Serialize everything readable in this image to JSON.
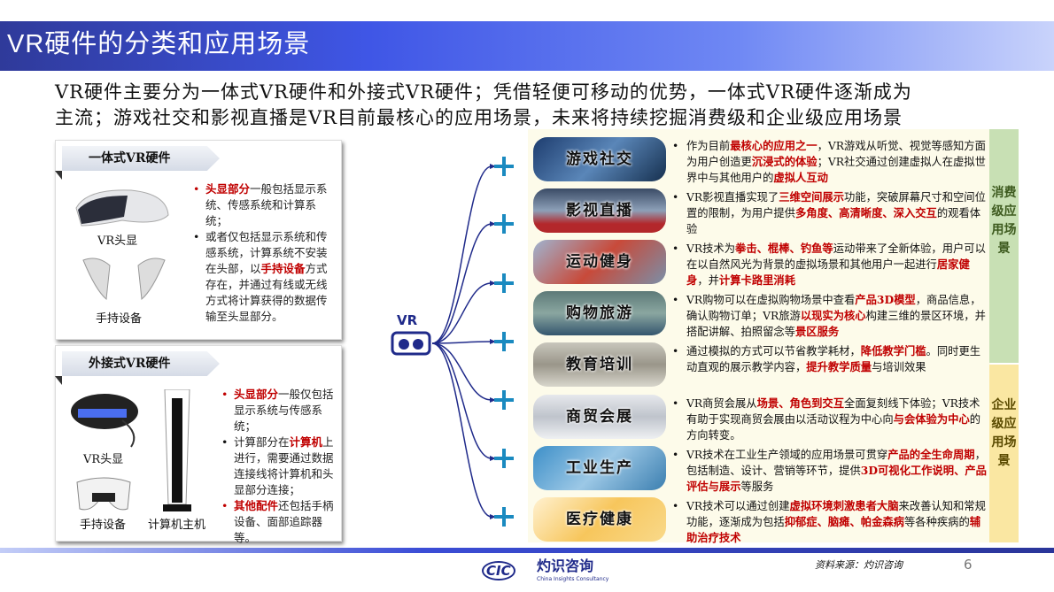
{
  "title": "VR硬件的分类和应用场景",
  "subtitle": [
    "VR硬件主要分为一体式VR硬件和外接式VR硬件；凭借轻便可移动的优势，一体式VR硬件逐渐成为",
    "主流；游戏社交和影视直播是VR目前最核心的应用场景，未来将持续挖掘消费级和企业级应用场景"
  ],
  "colors": {
    "title_bar": "#3f56e6",
    "highlight": "#c00000",
    "consumer": "#c8e0b4",
    "enterprise": "#fae7a2",
    "connector": "#1f2a8a",
    "plus": "#1a8ac0"
  },
  "all_in_one": {
    "heading": "一体式VR硬件",
    "captions": [
      "VR头显",
      "手持设备"
    ],
    "bullets": [
      {
        "red": true,
        "segs": [
          {
            "t": "头显部分",
            "h": 1
          },
          {
            "t": "一般包括显示系统、传感系统和计算系统；",
            "h": 0
          }
        ]
      },
      {
        "red": false,
        "segs": [
          {
            "t": "或者仅包括显示系统和传感系统，计算系统不安装在头部，以",
            "h": 0
          },
          {
            "t": "手持设备",
            "h": 1
          },
          {
            "t": "方式存在，并通过有线或无线方式将计算获得的数据传输至头显部分。",
            "h": 0
          }
        ]
      }
    ]
  },
  "tethered": {
    "heading": "外接式VR硬件",
    "captions": [
      "VR头显",
      "手持设备",
      "计算机主机"
    ],
    "bullets": [
      {
        "red": true,
        "segs": [
          {
            "t": "头显部分",
            "h": 1
          },
          {
            "t": "一般仅包括显示系统与传感系统；",
            "h": 0
          }
        ]
      },
      {
        "red": false,
        "segs": [
          {
            "t": "计算部分在",
            "h": 0
          },
          {
            "t": "计算机",
            "h": 1
          },
          {
            "t": "上进行，需要通过数据连接线将计算机和头显部分连接；",
            "h": 0
          }
        ]
      },
      {
        "red": true,
        "segs": [
          {
            "t": "其他配件",
            "h": 1
          },
          {
            "t": "还包括手柄设备、面部追踪器等。",
            "h": 0
          }
        ]
      }
    ]
  },
  "hub": {
    "label": "VR",
    "icon": "vr-headset-icon"
  },
  "consumer_label": "消费级应用场景",
  "enterprise_label": "企业级应用场景",
  "scenes": [
    {
      "name": "游戏社交",
      "segs": [
        {
          "t": "作为目前",
          "h": 0
        },
        {
          "t": "最核心的应用之一",
          "h": 1
        },
        {
          "t": "，VR游戏从听觉、视觉等感知方面为用户创造更",
          "h": 0
        },
        {
          "t": "沉浸式的体验",
          "h": 1
        },
        {
          "t": "；VR社交通过创建虚拟人在虚拟世界中与其他用户的",
          "h": 0
        },
        {
          "t": "虚拟人互动",
          "h": 1
        }
      ]
    },
    {
      "name": "影视直播",
      "segs": [
        {
          "t": "VR影视直播实现了",
          "h": 0
        },
        {
          "t": "三维空间展示",
          "h": 1
        },
        {
          "t": "功能，突破屏幕尺寸和空间位置的限制，为用户提供",
          "h": 0
        },
        {
          "t": "多角度、高清晰度、深入交互",
          "h": 1
        },
        {
          "t": "的观看体验",
          "h": 0
        }
      ]
    },
    {
      "name": "运动健身",
      "segs": [
        {
          "t": "VR技术为",
          "h": 0
        },
        {
          "t": "拳击、棍棒、钓鱼等",
          "h": 1
        },
        {
          "t": "运动带来了全新体验，用户可以在以自然风光为背景的虚拟场景和其他用户一起进行",
          "h": 0
        },
        {
          "t": "居家健身",
          "h": 1
        },
        {
          "t": "，并",
          "h": 0
        },
        {
          "t": "计算卡路里消耗",
          "h": 1
        }
      ]
    },
    {
      "name": "购物旅游",
      "segs": [
        {
          "t": "VR购物可以在虚拟购物场景中查看",
          "h": 0
        },
        {
          "t": "产品3D模型",
          "h": 1
        },
        {
          "t": "，商品信息，确认购物订单；VR旅游",
          "h": 0
        },
        {
          "t": "以现实为核心",
          "h": 1
        },
        {
          "t": "构建三维的景区环境，并搭配讲解、拍照留念等",
          "h": 0
        },
        {
          "t": "景区服务",
          "h": 1
        }
      ]
    },
    {
      "name": "教育培训",
      "segs": [
        {
          "t": "通过模拟的方式可以节省教学耗材，",
          "h": 0
        },
        {
          "t": "降低教学门槛",
          "h": 1
        },
        {
          "t": "。同时更生动直观的展示教学内容，",
          "h": 0
        },
        {
          "t": "提升教学质量",
          "h": 1
        },
        {
          "t": "与培训效果",
          "h": 0
        }
      ]
    },
    {
      "name": "商贸会展",
      "segs": [
        {
          "t": "VR商贸会展从",
          "h": 0
        },
        {
          "t": "场景、角色到交互",
          "h": 1
        },
        {
          "t": "全面复刻线下体验；VR技术有助于实现商贸会展由以活动议程为中心向",
          "h": 0
        },
        {
          "t": "与会体验为中心",
          "h": 1
        },
        {
          "t": "的方向转变。",
          "h": 0
        }
      ]
    },
    {
      "name": "工业生产",
      "segs": [
        {
          "t": "VR技术在工业生产领域的应用场景可贯穿",
          "h": 0
        },
        {
          "t": "产品的全生命周期",
          "h": 1
        },
        {
          "t": "，包括制造、设计、营销等环节，提供",
          "h": 0
        },
        {
          "t": "3D可视化工作说明、产品评估与展示",
          "h": 1
        },
        {
          "t": "等服务",
          "h": 0
        }
      ]
    },
    {
      "name": "医疗健康",
      "segs": [
        {
          "t": "VR技术可以通过创建",
          "h": 0
        },
        {
          "t": "虚拟环境刺激患者大脑",
          "h": 1
        },
        {
          "t": "来改善认知和常规功能，逐渐成为包括",
          "h": 0
        },
        {
          "t": "抑郁症、脑瘫、帕金森病",
          "h": 1
        },
        {
          "t": "等各种疾病的",
          "h": 0
        },
        {
          "t": "辅助治疗技术",
          "h": 1
        }
      ]
    }
  ],
  "footer": {
    "logo_cn": "灼识咨询",
    "logo_en": "China Insights Consultancy",
    "logo_mark": "CIC",
    "source": "资料来源：灼识咨询",
    "page": "6"
  }
}
